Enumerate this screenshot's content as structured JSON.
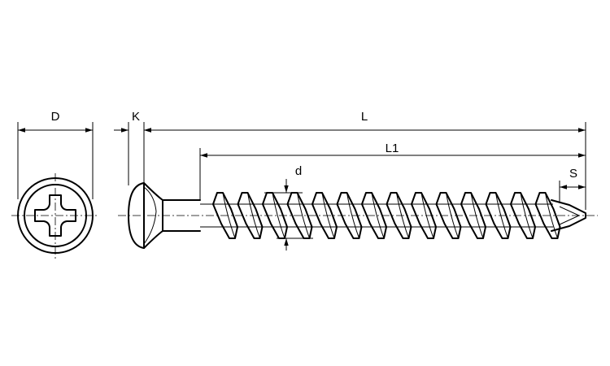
{
  "dimensions": {
    "D": "D",
    "K": "K",
    "L": "L",
    "L1": "L1",
    "d": "d",
    "S": "S"
  }
}
